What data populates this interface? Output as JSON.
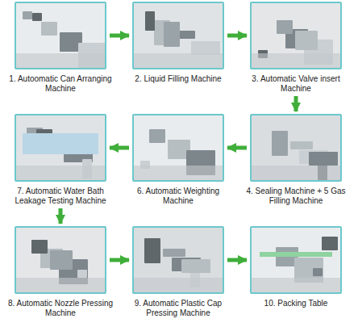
{
  "diagram": {
    "nodes": [
      {
        "text": [
          "1. Autoomatic Can Arranging Machine"
        ]
      },
      {
        "text": [
          "2. Liquid Filling Machine"
        ]
      },
      {
        "text": [
          "3. Automatic Valve insert Machine"
        ]
      },
      {
        "text": [
          "4. Sealing Machine + 5 Gas Filling Machine"
        ]
      },
      {
        "text": [
          "6. Automatic Weighting Machine"
        ]
      },
      {
        "text": [
          "7. Automatic Water Bath Leakage Testing Machine"
        ]
      },
      {
        "text": [
          "8. Automatic Nozzle Pressing Machine"
        ]
      },
      {
        "text": [
          "9. Automatic Plastic Cap Pressing Machine"
        ]
      },
      {
        "text": [
          "10. Packing Table"
        ]
      }
    ],
    "edges": [
      {
        "from": 0,
        "to": 1,
        "arrow": "to"
      },
      {
        "from": 1,
        "to": 2,
        "arrow": "to"
      },
      {
        "from": 2,
        "to": 3,
        "arrow": "to"
      },
      {
        "from": 3,
        "to": 4,
        "arrow": "to"
      },
      {
        "from": 4,
        "to": 5,
        "arrow": "to"
      },
      {
        "from": 5,
        "to": 6,
        "arrow": "to"
      },
      {
        "from": 6,
        "to": 7,
        "arrow": "to"
      },
      {
        "from": 7,
        "to": 8,
        "arrow": "to"
      }
    ]
  }
}
